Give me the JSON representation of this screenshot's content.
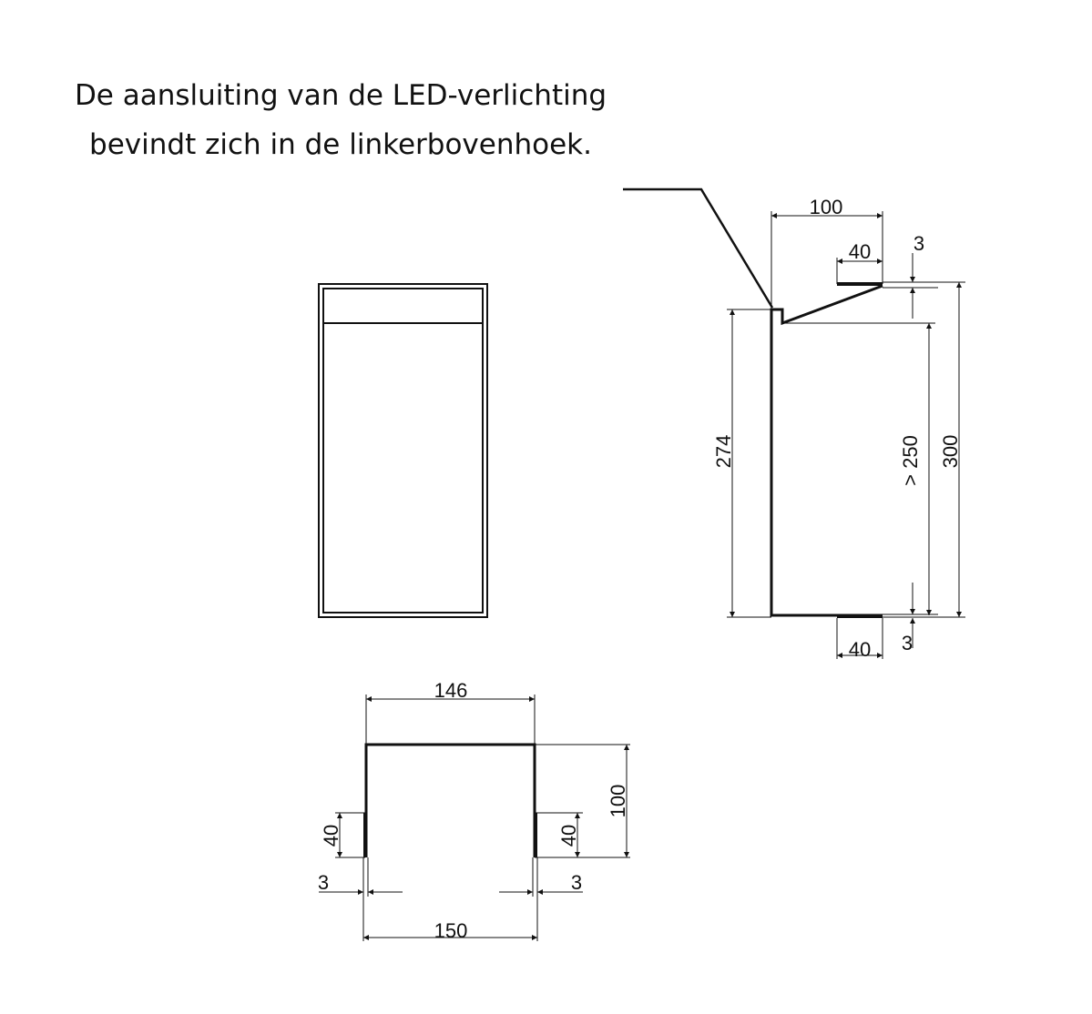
{
  "note": {
    "line1": "De aansluiting van de LED-verlichting",
    "line2": "bevindt zich in de linkerbovenhoek."
  },
  "side_view": {
    "top_width": "100",
    "bracket_top_length": "40",
    "bracket_top_thickness": "3",
    "height_back": "274",
    "min_clearance": "> 250",
    "total_height": "300",
    "bracket_bottom_length": "40",
    "bracket_bottom_thickness": "3"
  },
  "top_view": {
    "inner_width": "146",
    "depth": "100",
    "left_bracket": "40",
    "right_bracket": "40",
    "left_thickness": "3",
    "right_thickness": "3",
    "outer_width": "150"
  },
  "colors": {
    "line": "#111111",
    "background": "#ffffff"
  }
}
